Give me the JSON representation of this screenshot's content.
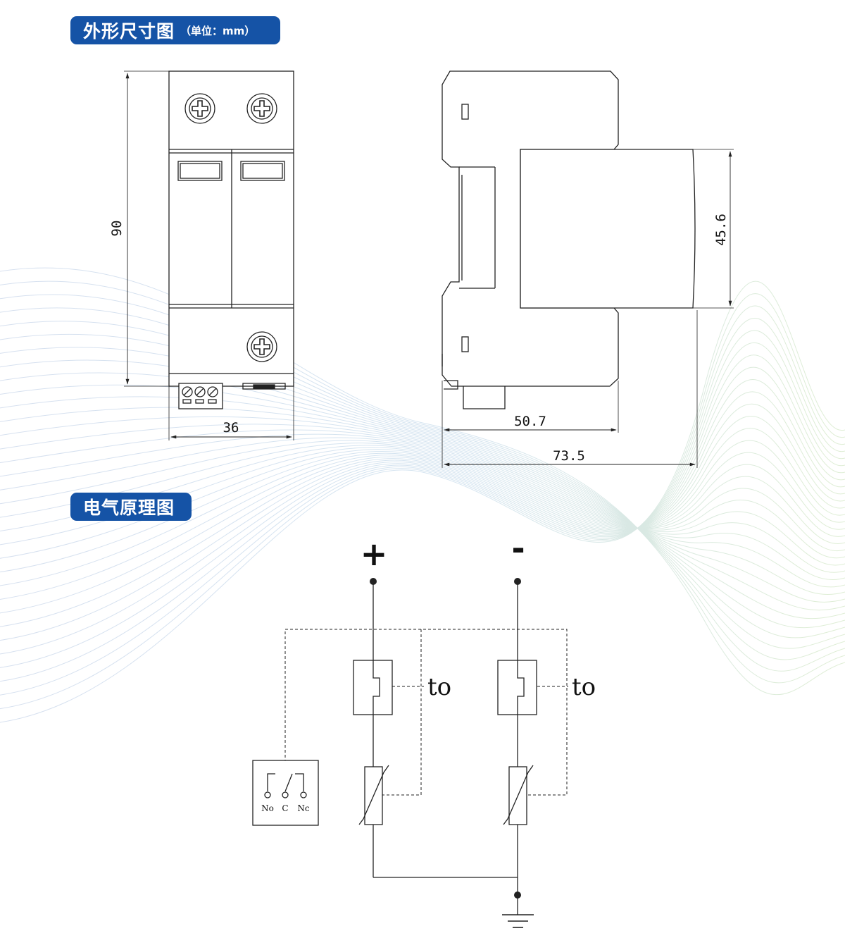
{
  "sections": {
    "dimensions": {
      "title": "外形尺寸图",
      "unit": "（单位：mm）"
    },
    "schematic": {
      "title": "电气原理图"
    }
  },
  "front_view": {
    "height_label": "90",
    "width_label": "36"
  },
  "side_view": {
    "module_height_label": "45.6",
    "depth_label_1": "50.7",
    "depth_label_2": "73.5"
  },
  "circuit": {
    "positive_label": "+",
    "negative_label": "-",
    "thermal_label": "to",
    "terminals": [
      "No",
      "C",
      "Nc"
    ]
  },
  "colors": {
    "badge": "#1553a6",
    "line": "#222222"
  }
}
